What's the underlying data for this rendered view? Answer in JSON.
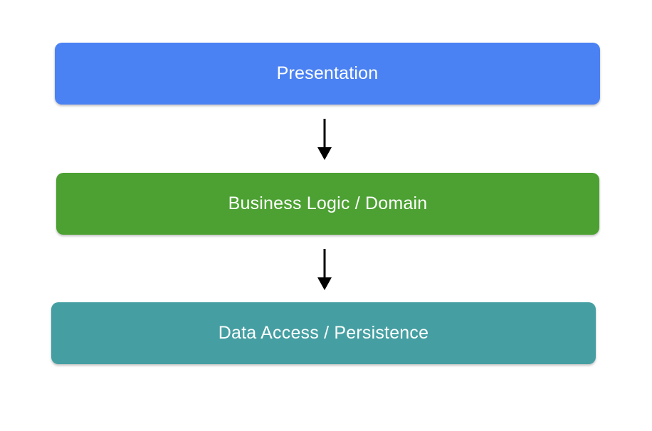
{
  "background": "#ffffff",
  "diagram": {
    "type": "layered-architecture-flow",
    "nodes": [
      {
        "id": "presentation",
        "label": "Presentation",
        "fill": "#4B82F3",
        "text_color": "#ffffff"
      },
      {
        "id": "business-logic",
        "label": "Business Logic / Domain",
        "fill": "#4CA132",
        "text_color": "#ffffff"
      },
      {
        "id": "data-access",
        "label": "Data Access / Persistence",
        "fill": "#459FA2",
        "text_color": "#ffffff"
      }
    ],
    "edges": [
      {
        "from": "presentation",
        "to": "business-logic",
        "style": "arrow-down",
        "color": "#000000"
      },
      {
        "from": "business-logic",
        "to": "data-access",
        "style": "arrow-down",
        "color": "#000000"
      }
    ]
  }
}
